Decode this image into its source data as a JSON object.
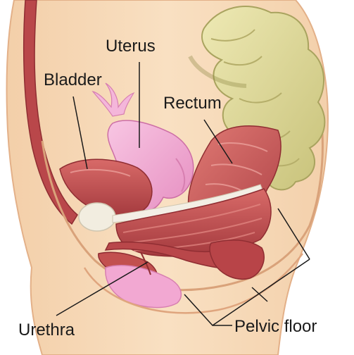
{
  "labels": {
    "uterus": "Uterus",
    "bladder": "Bladder",
    "rectum": "Rectum",
    "urethra": "Urethra",
    "pelvic_floor": "Pelvic floor"
  },
  "colors": {
    "skin": "#f7d8b6",
    "skin_edge": "#e9b78f",
    "muscle": "#c9585a",
    "muscle_dark": "#8f2d32",
    "uterus": "#f2a8d2",
    "bowel": "#e2dc9a",
    "bone": "#f2ede0",
    "line": "#1a1a1a"
  }
}
